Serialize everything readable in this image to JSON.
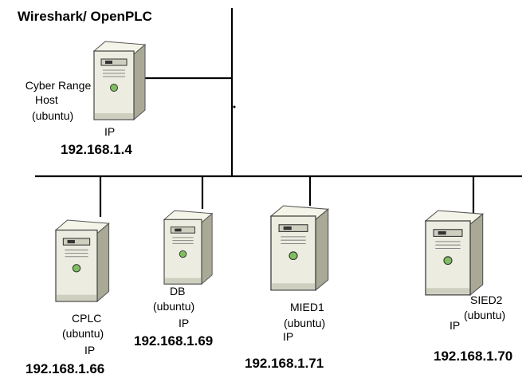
{
  "title": "Wireshark/ OpenPLC",
  "colors": {
    "line": "#000000",
    "server_light": "#eeeede",
    "server_shade": "#b8b8a6",
    "server_dark": "#4a4a44",
    "power_led": "#7fbf5f"
  },
  "host": {
    "name_line1": "Cyber Range",
    "name_line2": "Host",
    "os": "(ubuntu)",
    "ip_label": "IP",
    "ip": "192.168.1.4"
  },
  "nodes": [
    {
      "name": "CPLC",
      "os": "(ubuntu)",
      "ip_label": "IP",
      "ip": "192.168.1.66"
    },
    {
      "name": "DB",
      "os": "(ubuntu)",
      "ip_label": "IP",
      "ip": "192.168.1.69"
    },
    {
      "name": "MIED1",
      "os": "(ubuntu)",
      "ip_label": "IP",
      "ip": "192.168.1.71"
    },
    {
      "name": "SIED2",
      "os": "(ubuntu)",
      "ip_label": "IP",
      "ip": "192.168.1.70"
    }
  ],
  "icons": [
    "server-icon"
  ]
}
